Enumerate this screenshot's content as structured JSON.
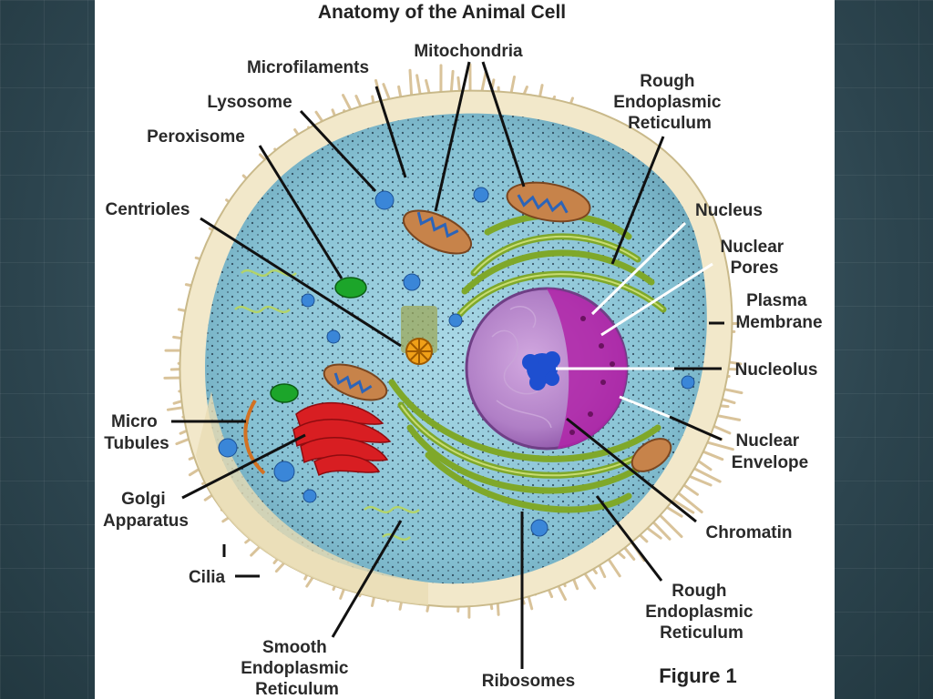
{
  "title": "Anatomy of the Animal Cell",
  "figure_label": "Figure 1",
  "labels": {
    "mitochondria": "Mitochondria",
    "microfilaments": "Microfilaments",
    "lysosome": "Lysosome",
    "peroxisome": "Peroxisome",
    "centrioles": "Centrioles",
    "rough_er_top": [
      "Rough",
      "Endoplasmic",
      "Reticulum"
    ],
    "nucleus": "Nucleus",
    "nuclear_pores": [
      "Nuclear",
      "Pores"
    ],
    "plasma_membrane": [
      "Plasma",
      "Membrane"
    ],
    "nucleolus": "Nucleolus",
    "nuclear_envelope": [
      "Nuclear",
      "Envelope"
    ],
    "micro_tubules": [
      "Micro",
      "Tubules"
    ],
    "golgi_apparatus": [
      "Golgi",
      "Apparatus"
    ],
    "cilia": "Cilia",
    "chromatin": "Chromatin",
    "rough_er_bottom": [
      "Rough",
      "Endoplasmic",
      "Reticulum"
    ],
    "smooth_er": [
      "Smooth",
      "Endoplasmic",
      "Reticulum"
    ],
    "ribosomes": "Ribosomes"
  },
  "colors": {
    "cytoplasm": "#8fc8d8",
    "membrane": "#f1e7c8",
    "cilia": "#d9c39a",
    "nucleus": "#a06ab8",
    "nucleolus": "#1e4fd0",
    "golgi": "#d81e22",
    "rough_er": "#7fa82a",
    "mitochondria": "#c7834a",
    "peroxisome": "#1ca52a",
    "lysosome": "#3a86d8"
  }
}
